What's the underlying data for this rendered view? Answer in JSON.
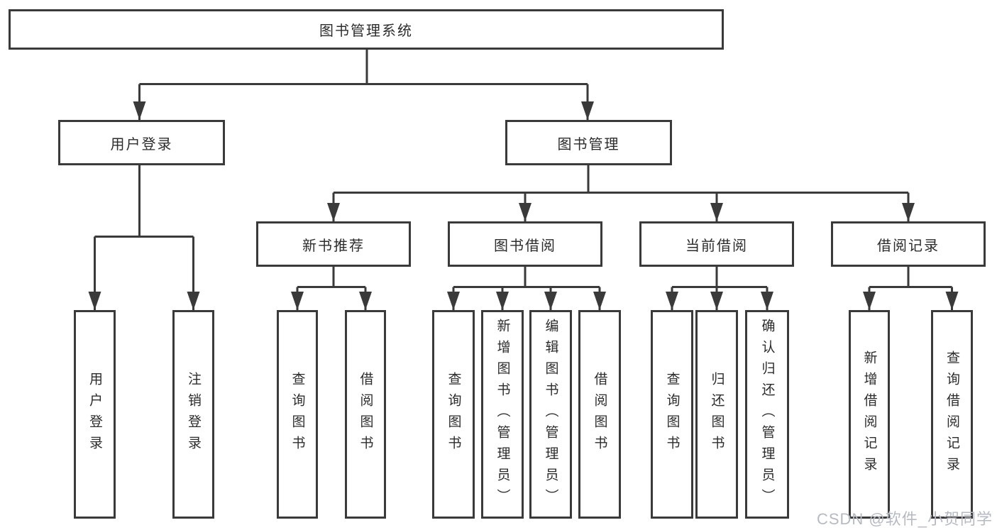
{
  "diagram_type": "hierarchy-tree",
  "tree": {
    "label": "图书管理系统",
    "children": [
      {
        "label": "用户登录",
        "children": [
          {
            "label": "用户登录"
          },
          {
            "label": "注销登录"
          }
        ]
      },
      {
        "label": "图书管理",
        "children": [
          {
            "label": "新书推荐",
            "children": [
              {
                "label": "查询图书"
              },
              {
                "label": "借阅图书"
              }
            ]
          },
          {
            "label": "图书借阅",
            "children": [
              {
                "label": "查询图书"
              },
              {
                "label": "新增图书（管理员）"
              },
              {
                "label": "编辑图书（管理员）"
              },
              {
                "label": "借阅图书"
              }
            ]
          },
          {
            "label": "当前借阅",
            "children": [
              {
                "label": "查询图书"
              },
              {
                "label": "归还图书"
              },
              {
                "label": "确认归还（管理员）"
              }
            ]
          },
          {
            "label": "借阅记录",
            "children": [
              {
                "label": "新增借阅记录"
              },
              {
                "label": "查询借阅记录"
              }
            ]
          }
        ]
      }
    ]
  },
  "watermark": {
    "text": "CSDN @软件_小贺同学"
  },
  "colors": {
    "line": "#3a3a3a",
    "box_border": "#3a3a3a",
    "text": "#2c2c2c",
    "watermark": "#b6bac3",
    "background": "#ffffff"
  }
}
